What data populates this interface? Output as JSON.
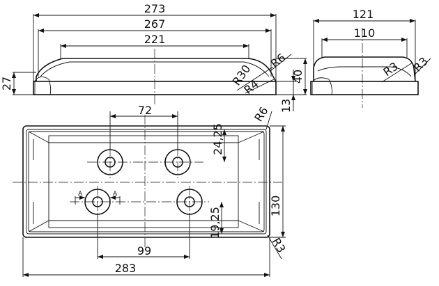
{
  "drawing": {
    "front_view": {
      "dims": {
        "overall": "273",
        "second": "267",
        "top": "221",
        "height": "27",
        "height_right": "40",
        "base": "13"
      },
      "radii": {
        "r30": "R30",
        "r4": "R4",
        "r6": "R6"
      }
    },
    "side_view": {
      "dims": {
        "overall": "121",
        "top": "110"
      },
      "radii": {
        "r3a": "R3",
        "r3b": "R3"
      }
    },
    "top_view": {
      "dims": {
        "hole_spacing_top": "72",
        "hole_spacing_bottom": "99",
        "length": "283",
        "width": "130",
        "offset_top": "24,25",
        "offset_bottom": "19,25"
      },
      "radii": {
        "corner_top": "R6",
        "corner_bottom": "R3"
      },
      "section_marks": {
        "left": "A",
        "right": "A"
      }
    }
  }
}
